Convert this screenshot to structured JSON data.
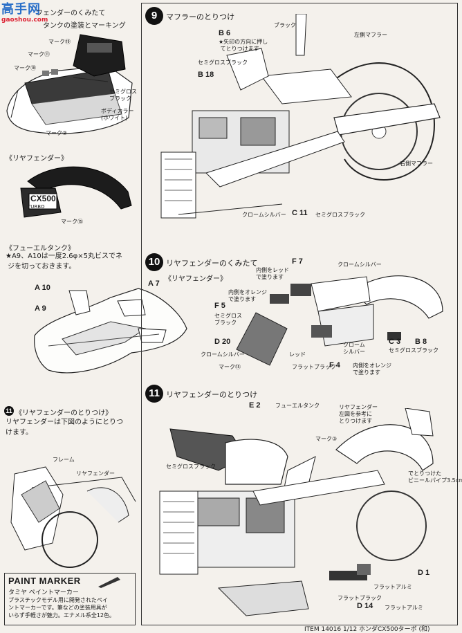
{
  "watermark": {
    "brand": "高手网",
    "url": "gaoshou.com"
  },
  "left": {
    "fender_assembly_title": "フェンダーのくみたて",
    "tank_paint_title": "タンクの塗装とマーキング",
    "tank_marks": {
      "mark19": "マーク⑲",
      "mark11": "マーク⑪",
      "mark18": "マーク⑱",
      "semigloss": "セミグロス\nブラック",
      "bodycolor": "ボディカラー\n(ホワイト)",
      "mark8": "マーク⑧"
    },
    "rear_fender_title": "《リヤフェンダー》",
    "rear_fender_mark": "マーク⑮",
    "cx500_logo": "CX500",
    "turbo_logo": "TURBO",
    "fuel_tank_title": "《フューエルタンク》",
    "fuel_tank_note": "★A9、A10は一度2.6φ×5丸ビスでネ\n ジを切っておきます。",
    "parts": {
      "a10": "A 10",
      "a7": "A 7",
      "a9": "A 9"
    },
    "step11_num": "11",
    "step11_title": "《リヤフェンダーのとりつけ》",
    "step11_text": "リヤフェンダーは下図のようにとりつ\nけます。",
    "frame_label": "フレーム",
    "rear_fender_label": "リヤフェンダー",
    "paint_marker_title": "PAINT MARKER",
    "paint_marker_sub": "タミヤ ペイントマーカー",
    "paint_marker_text": "プラスチックモデル用に開発されたペイ\nントマーカーです。筆などの塗装用具が\nいらず手軽さが魅力。エナメル系全12色。"
  },
  "step9": {
    "num": "9",
    "title": "マフラーのとりつけ",
    "labels": {
      "black": "ブラック",
      "b6": "B 6",
      "b6_note": "★矢印の方向に押し\n てとりつけます",
      "semigloss": "セミグロスブラック",
      "b18": "B 18",
      "left_muffler": "左側マフラー",
      "right_muffler": "右側マフラー",
      "chrome": "クロームシルバー",
      "c11": "C 11",
      "c11_color": "セミグロスブラック"
    }
  },
  "step10": {
    "num": "10",
    "title": "リヤフェンダーのくみたて",
    "sub": "《リヤフェンダー》",
    "labels": {
      "f7": "F 7",
      "chrome1": "クロームシルバー",
      "inside_red": "内側をレッド\nで塗ります",
      "inside_orange": "内側をオレンジ\nで塗ります",
      "f5": "F 5",
      "semigloss": "セミグロス\nブラック",
      "d20": "D 20",
      "chrome2": "クロームシルバー",
      "mark15": "マーク⑮",
      "red": "レッド",
      "chrome3": "クローム\nシルバー",
      "flatblack": "フラットブラック",
      "c3": "C 3",
      "b8": "B 8",
      "semigloss2": "セミグロスブラック",
      "f4": "F 4",
      "f4_note": "内側をオレンジ\nで塗ります"
    }
  },
  "step11": {
    "num": "11",
    "title": "リヤフェンダーのとりつけ",
    "labels": {
      "e2": "E 2",
      "fuel_tank": "フューエルタンク",
      "rear_fender": "リヤフェンダー\n左図を参考に\nとりつけます",
      "mark3": "マーク③",
      "semigloss": "セミグロスブラック",
      "tube_note": "でとりつけた\nビニールパイプ3.5cm",
      "d1": "D 1",
      "flat_alu1": "フラットアルミ",
      "flat_black": "フラットブラック",
      "d14": "D 14",
      "flat_alu2": "フラットアルミ"
    }
  },
  "footer": {
    "text": "ITEM 14016  1/12 ホンダCX500ターボ (和)"
  }
}
